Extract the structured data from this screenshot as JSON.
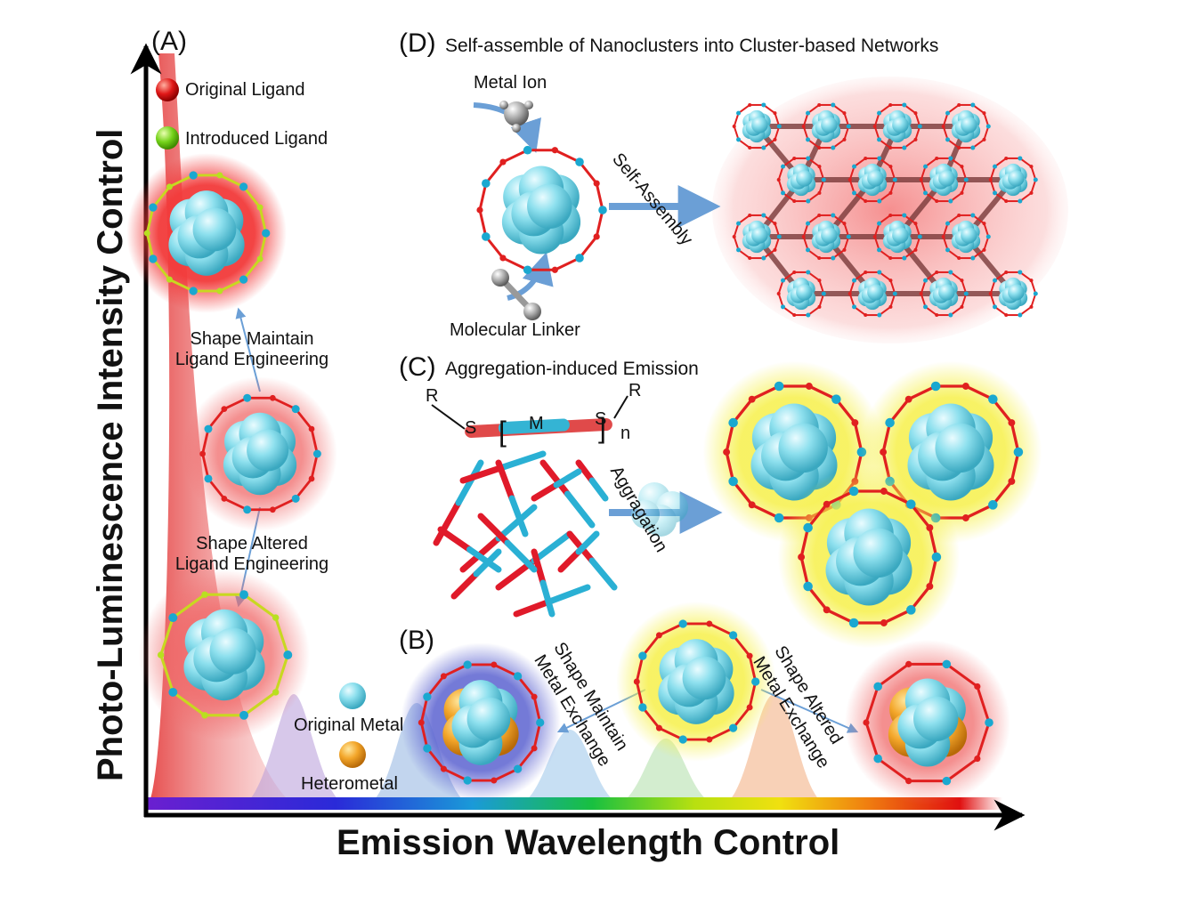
{
  "axes": {
    "x_label": "Emission Wavelength Control",
    "y_label": "Photo-Luminescence Intensity Control"
  },
  "panel_a": {
    "letter": "(A)",
    "legend_original": "Original Ligand",
    "legend_introduced": "Introduced Ligand",
    "step_maintain": [
      "Shape Maintain",
      "Ligand Engineering"
    ],
    "step_altered": [
      "Shape Altered",
      "Ligand Engineering"
    ]
  },
  "panel_b": {
    "letter": "(B)",
    "legend_original_metal": "Original Metal",
    "legend_heterometal": "Heterometal",
    "maintain": [
      "Shape Maintain",
      "Metal Exchange"
    ],
    "altered": [
      "Shape Altered",
      "Metal Exchange"
    ]
  },
  "panel_c": {
    "letter": "(C)",
    "title": "Aggregation-induced Emission",
    "arrow_label": "Aggragation",
    "formula": {
      "r_left": "R",
      "s_left": "S",
      "m": "M",
      "s_right": "S",
      "r_right": "R",
      "n": "n"
    }
  },
  "panel_d": {
    "letter": "(D)",
    "title": "Self-assemble of Nanoclusters into Cluster-based Networks",
    "metal_ion": "Metal Ion",
    "linker": "Molecular Linker",
    "arrow_label": "Self-Assembly"
  },
  "colors": {
    "cluster_core": "#7fd6e6",
    "ligand_red": "#e02020",
    "ligand_green": "#9ad42a",
    "metal_cyan": "#22b8d8",
    "hetero_orange": "#f0a020",
    "arrow_blue": "#6b9fd6",
    "glow_red": "#f25050",
    "glow_yellow": "#f7ef5a",
    "glow_blue": "#6d74d8"
  }
}
